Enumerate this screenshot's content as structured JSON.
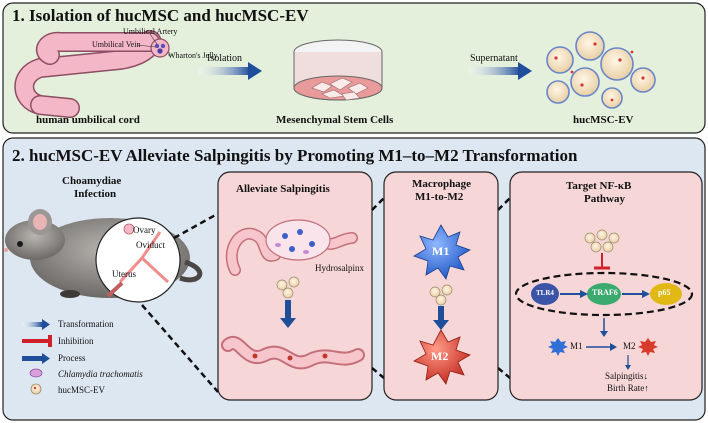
{
  "section1": {
    "title": "1. Isolation of hucMSC and hucMSC-EV",
    "cord_labels": [
      "Umbilical Artery",
      "Umbilical Vein",
      "Wharton's Jelly"
    ],
    "arrow1": "Isolation",
    "arrow2": "Supernatant",
    "caption_cord": "human umbilical cord",
    "caption_cells": "Mesenchymal Stem Cells",
    "caption_ev": "hucMSC-EV"
  },
  "section2": {
    "title": "2. hucMSC-EV Alleviate Salpingitis by Promoting M1–to–M2 Transformation",
    "infection_title": [
      "Choamydiae",
      "Infection"
    ],
    "organ_labels": [
      "Ovary",
      "Oviduct",
      "Uterus"
    ],
    "panel_a": {
      "title": "Alleviate Salpingitis",
      "label": "Hydrosalpinx"
    },
    "panel_b": {
      "title": [
        "Macrophage",
        "M1-to-M2"
      ],
      "m1": "M1",
      "m2": "M2"
    },
    "panel_c": {
      "title": [
        "Target NF-κB",
        "Pathway"
      ],
      "nodes": [
        "TLR4",
        "TRAF6",
        "p65"
      ],
      "m1": "M1",
      "m2": "M2",
      "outcome": [
        "Salpingitis↓",
        "Birth Rate↑"
      ]
    },
    "legend": [
      "Transformation",
      "Inhibition",
      "Process",
      "Chlamydia trachomatis",
      "hucMSC-EV"
    ]
  },
  "colors": {
    "section1_bg": "#e4efdc",
    "section2_bg": "#dde7f2",
    "panel_bg": "#f6d6d6",
    "arrow": "#1f4e9b",
    "inhibit": "#d0202a",
    "cord": "#f4b7c8",
    "m1": "#2f6fd6",
    "m2": "#d83a2c",
    "traf6": "#3aaa6e",
    "p65": "#e2b814"
  }
}
